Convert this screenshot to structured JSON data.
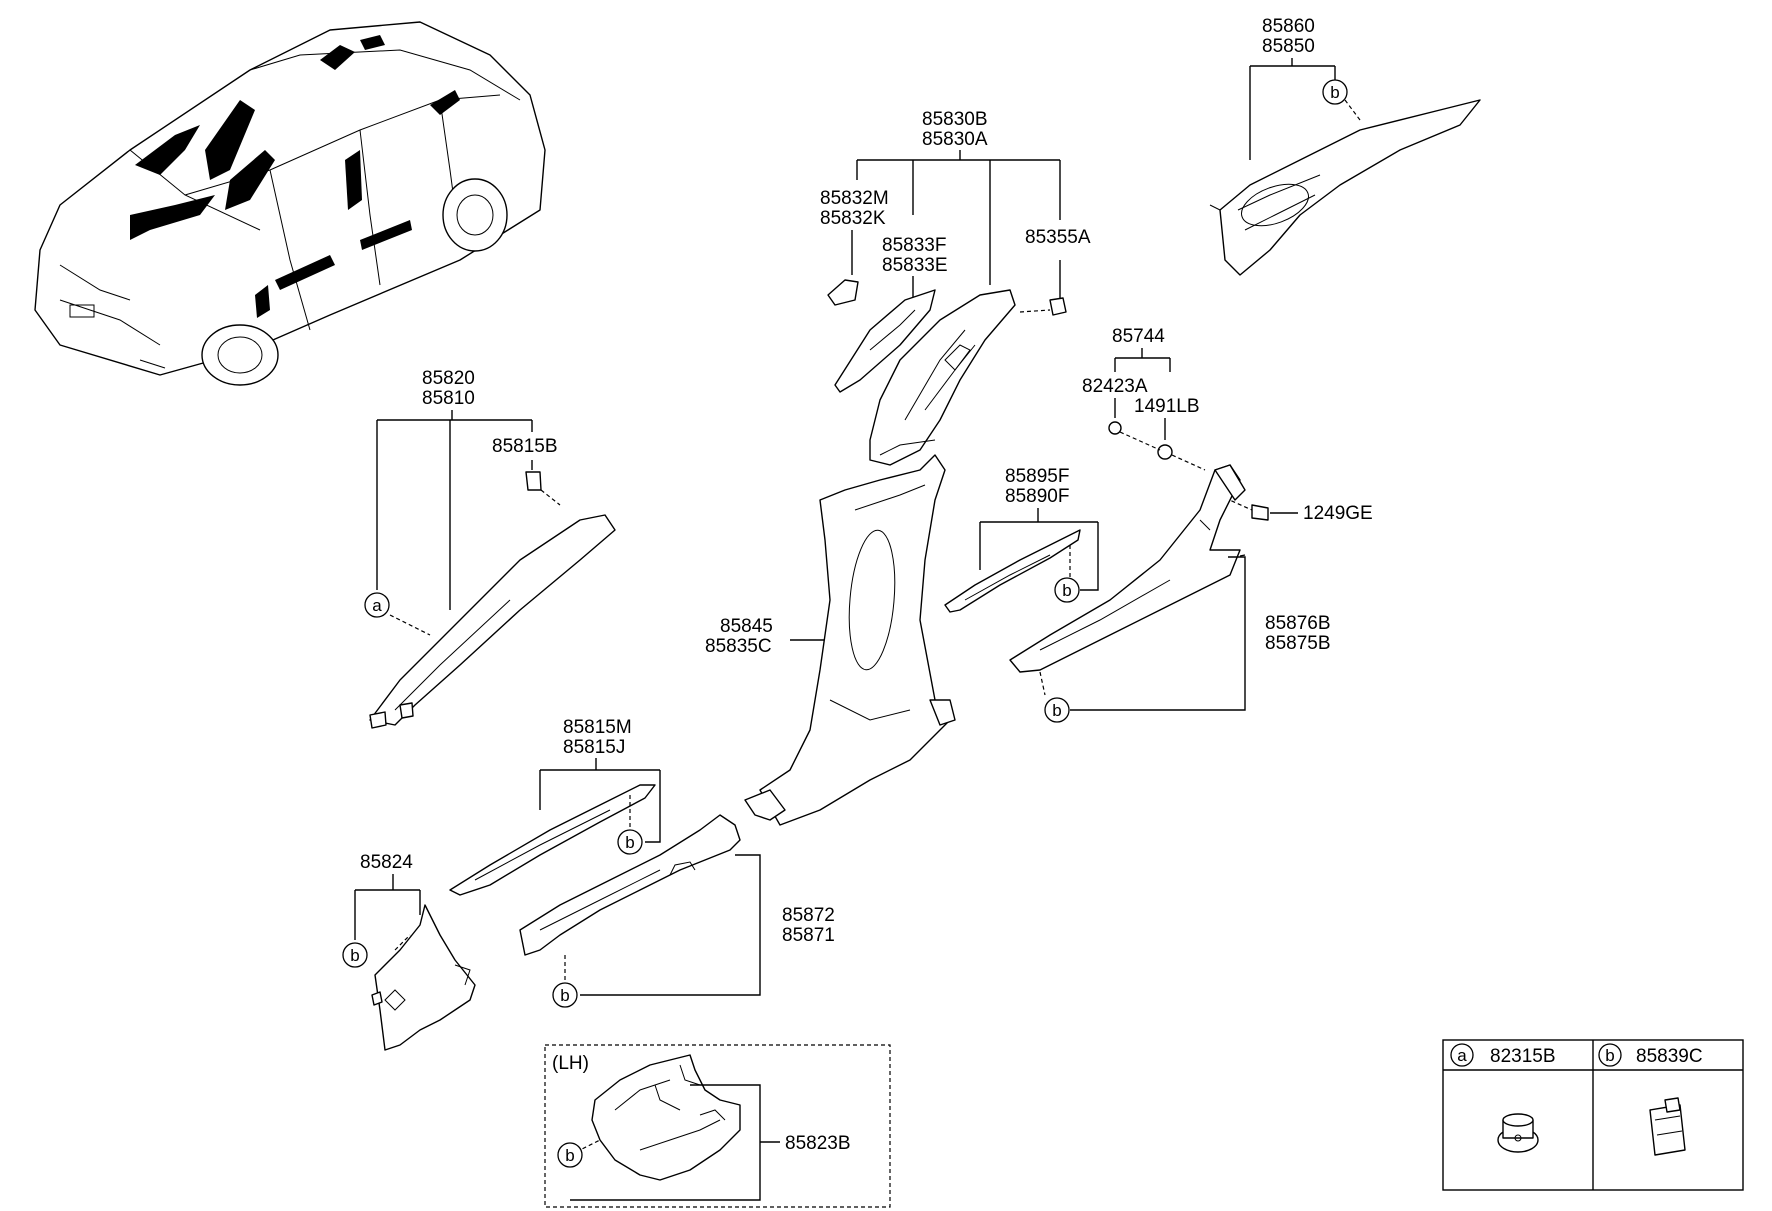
{
  "labels": {
    "l_85860": "85860",
    "l_85850": "85850",
    "l_85830B": "85830B",
    "l_85830A": "85830A",
    "l_85832M": "85832M",
    "l_85832K": "85832K",
    "l_85833F": "85833F",
    "l_85833E": "85833E",
    "l_85355A": "85355A",
    "l_85744": "85744",
    "l_82423A": "82423A",
    "l_1491LB": "1491LB",
    "l_1249GE": "1249GE",
    "l_85820": "85820",
    "l_85810": "85810",
    "l_85815B": "85815B",
    "l_85895F": "85895F",
    "l_85890F": "85890F",
    "l_85845": "85845",
    "l_85835C": "85835C",
    "l_85876B": "85876B",
    "l_85875B": "85875B",
    "l_85815M": "85815M",
    "l_85815J": "85815J",
    "l_85824": "85824",
    "l_85872": "85872",
    "l_85871": "85871",
    "l_LH": "(LH)",
    "l_85823B": "85823B"
  },
  "callouts": {
    "a": "a",
    "b": "b"
  },
  "legend": {
    "a_letter": "a",
    "a_part": "82315B",
    "b_letter": "b",
    "b_part": "85839C"
  }
}
